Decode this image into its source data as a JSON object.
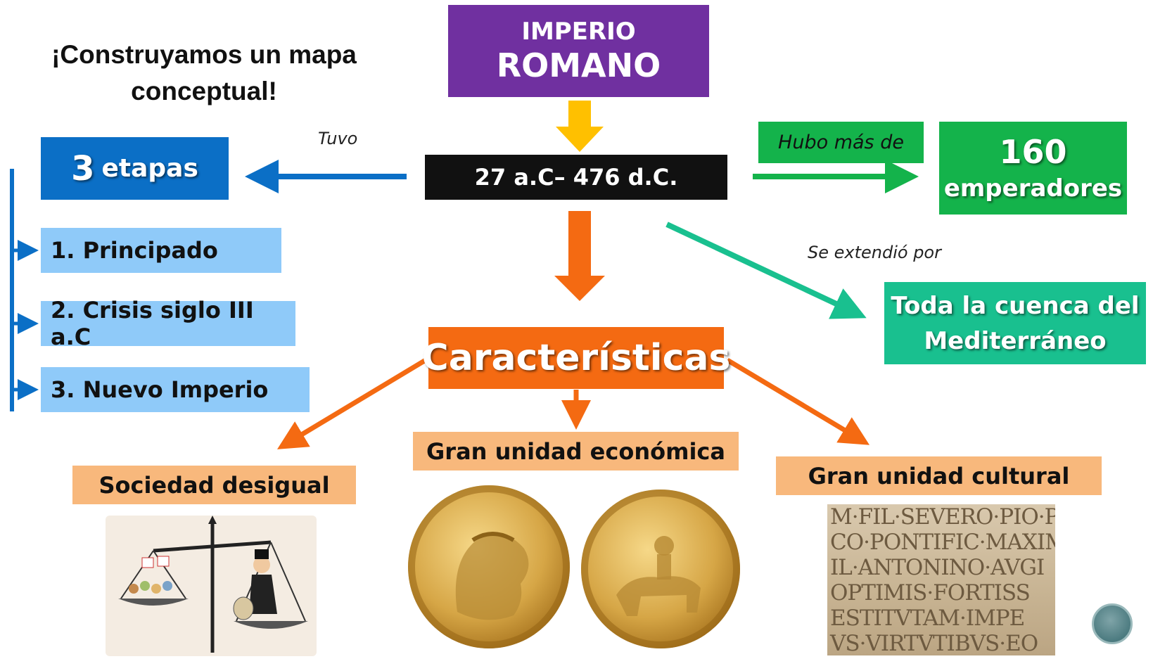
{
  "heading": {
    "line1": "¡Construyamos un mapa",
    "line2": "conceptual!"
  },
  "root": {
    "line1": "IMPERIO",
    "line2": "ROMANO"
  },
  "dates": "27 a.C– 476 d.C.",
  "tuvo": "Tuvo",
  "etapas": {
    "number": "3",
    "text": "etapas"
  },
  "stages": [
    "1. Principado",
    "2. Crisis siglo III a.C",
    "3. Nuevo Imperio"
  ],
  "hubo": "Hubo más de",
  "emperadores": {
    "number": "160",
    "text": "emperadores"
  },
  "extendio": "Se extendió por",
  "cuenca": {
    "line1": "Toda la cuenca del",
    "line2": "Mediterráneo"
  },
  "caracteristicas": "Características",
  "traits": {
    "sociedad": "Sociedad desigual",
    "economica": "Gran unidad económica",
    "cultural": "Gran unidad cultural"
  },
  "images": {
    "scale": "scale-inequality-illustration",
    "coins": "roman-gold-coins",
    "inscription": "latin-stone-inscription"
  },
  "inscription_lines": [
    "M·FIL·SEVERO·PIO·PERT",
    "CO·PONTIFIC·MAXIM",
    "IL·ANTONINO·AVGI",
    "OPTIMIS·FORTISS",
    "ESTITVTAM·IMPE",
    "VS·VIRTVTIBVS·EO"
  ],
  "colors": {
    "root": "#7030a0",
    "stage_header": "#0b6fc6",
    "stage": "#8fcaf9",
    "emperors": "#14b34b",
    "cuenca": "#19c08f",
    "caracteristicas": "#f46a12",
    "trait": "#f8b87c",
    "down_arrow_top": "#ffc000"
  }
}
